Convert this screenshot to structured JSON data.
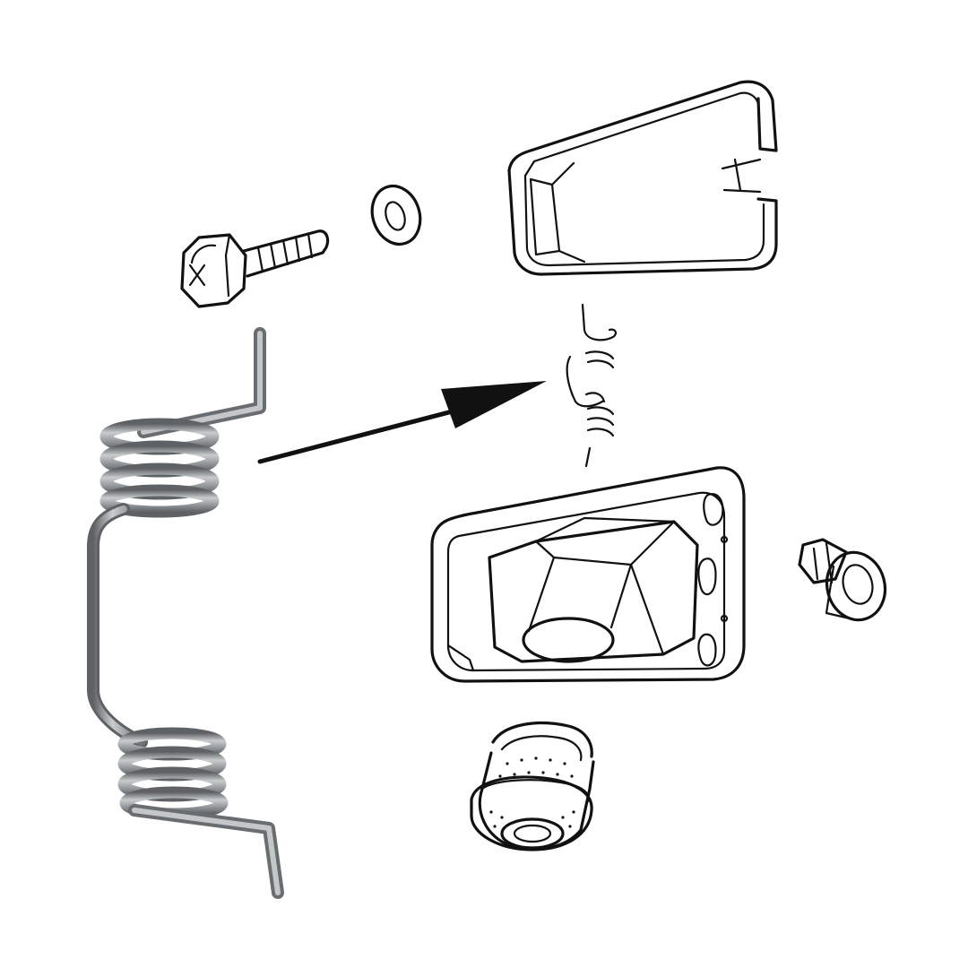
{
  "diagram": {
    "background_color": "#ffffff",
    "ink_color": "#111111",
    "spring_colors": {
      "light": "#c9cccd",
      "mid": "#9a9d9f",
      "dark": "#5f6264"
    },
    "parts": [
      {
        "id": "screw",
        "icon": "phillips-screw-icon"
      },
      {
        "id": "washer",
        "icon": "washer-icon"
      },
      {
        "id": "cover",
        "icon": "handle-cover-icon"
      },
      {
        "id": "small-spring",
        "icon": "coil-spring-icon"
      },
      {
        "id": "base",
        "icon": "handle-base-icon"
      },
      {
        "id": "plug",
        "icon": "plug-icon"
      },
      {
        "id": "grommet",
        "icon": "grommet-icon"
      },
      {
        "id": "torsion-spring",
        "icon": "torsion-spring-photo"
      },
      {
        "id": "callout-arrow",
        "icon": "arrow-icon"
      }
    ]
  }
}
